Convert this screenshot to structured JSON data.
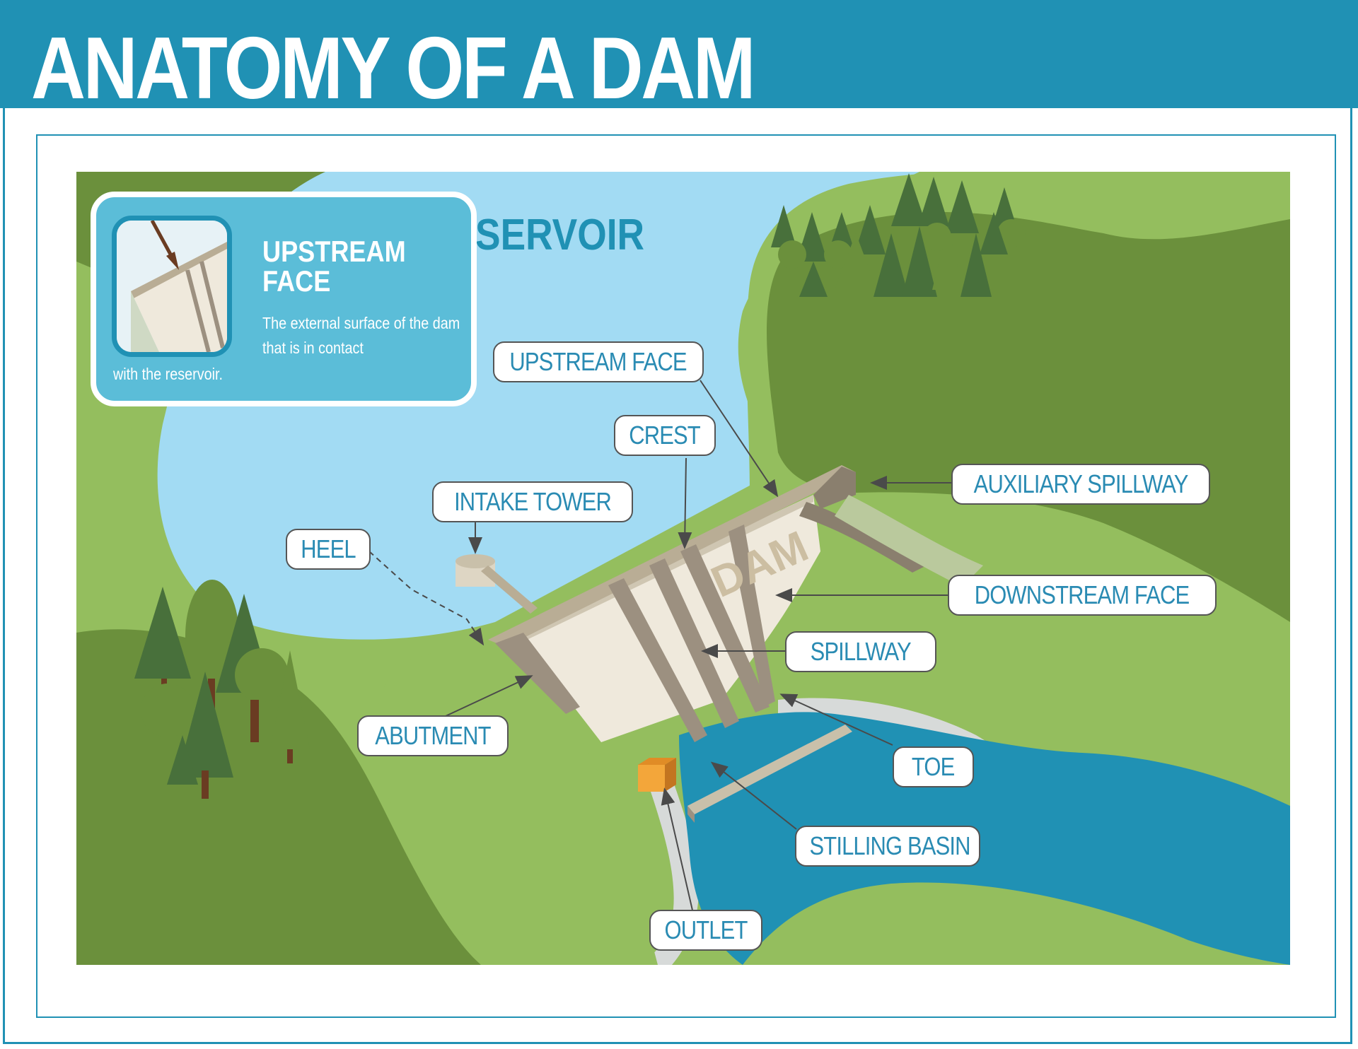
{
  "title": "ANATOMY OF A DAM",
  "reservoir_label": "SERVOIR",
  "dam_label": "DAM",
  "info_card": {
    "title_line1": "UPSTREAM",
    "title_line2": "FACE",
    "description": "The external surface of the dam that is in contact",
    "description_end": "with the reservoir.",
    "icon": "upstream-face-arrow-icon"
  },
  "callouts": {
    "upstream_face": "UPSTREAM FACE",
    "crest": "CREST",
    "auxiliary_spillway": "AUXILIARY SPILLWAY",
    "intake_tower": "INTAKE TOWER",
    "heel": "HEEL",
    "downstream_face": "DOWNSTREAM FACE",
    "spillway": "SPILLWAY",
    "abutment": "ABUTMENT",
    "toe": "TOE",
    "stilling_basin": "STILLING BASIN",
    "outlet": "OUTLET"
  },
  "colors": {
    "header": "#2091b4",
    "sky_water": "#a2dbf3",
    "lake_blue": "#2091b4",
    "grass_light": "#94be5e",
    "grass_dark": "#6b903c",
    "concrete": "#efe9dc",
    "callout_text": "#2a8bb3"
  }
}
